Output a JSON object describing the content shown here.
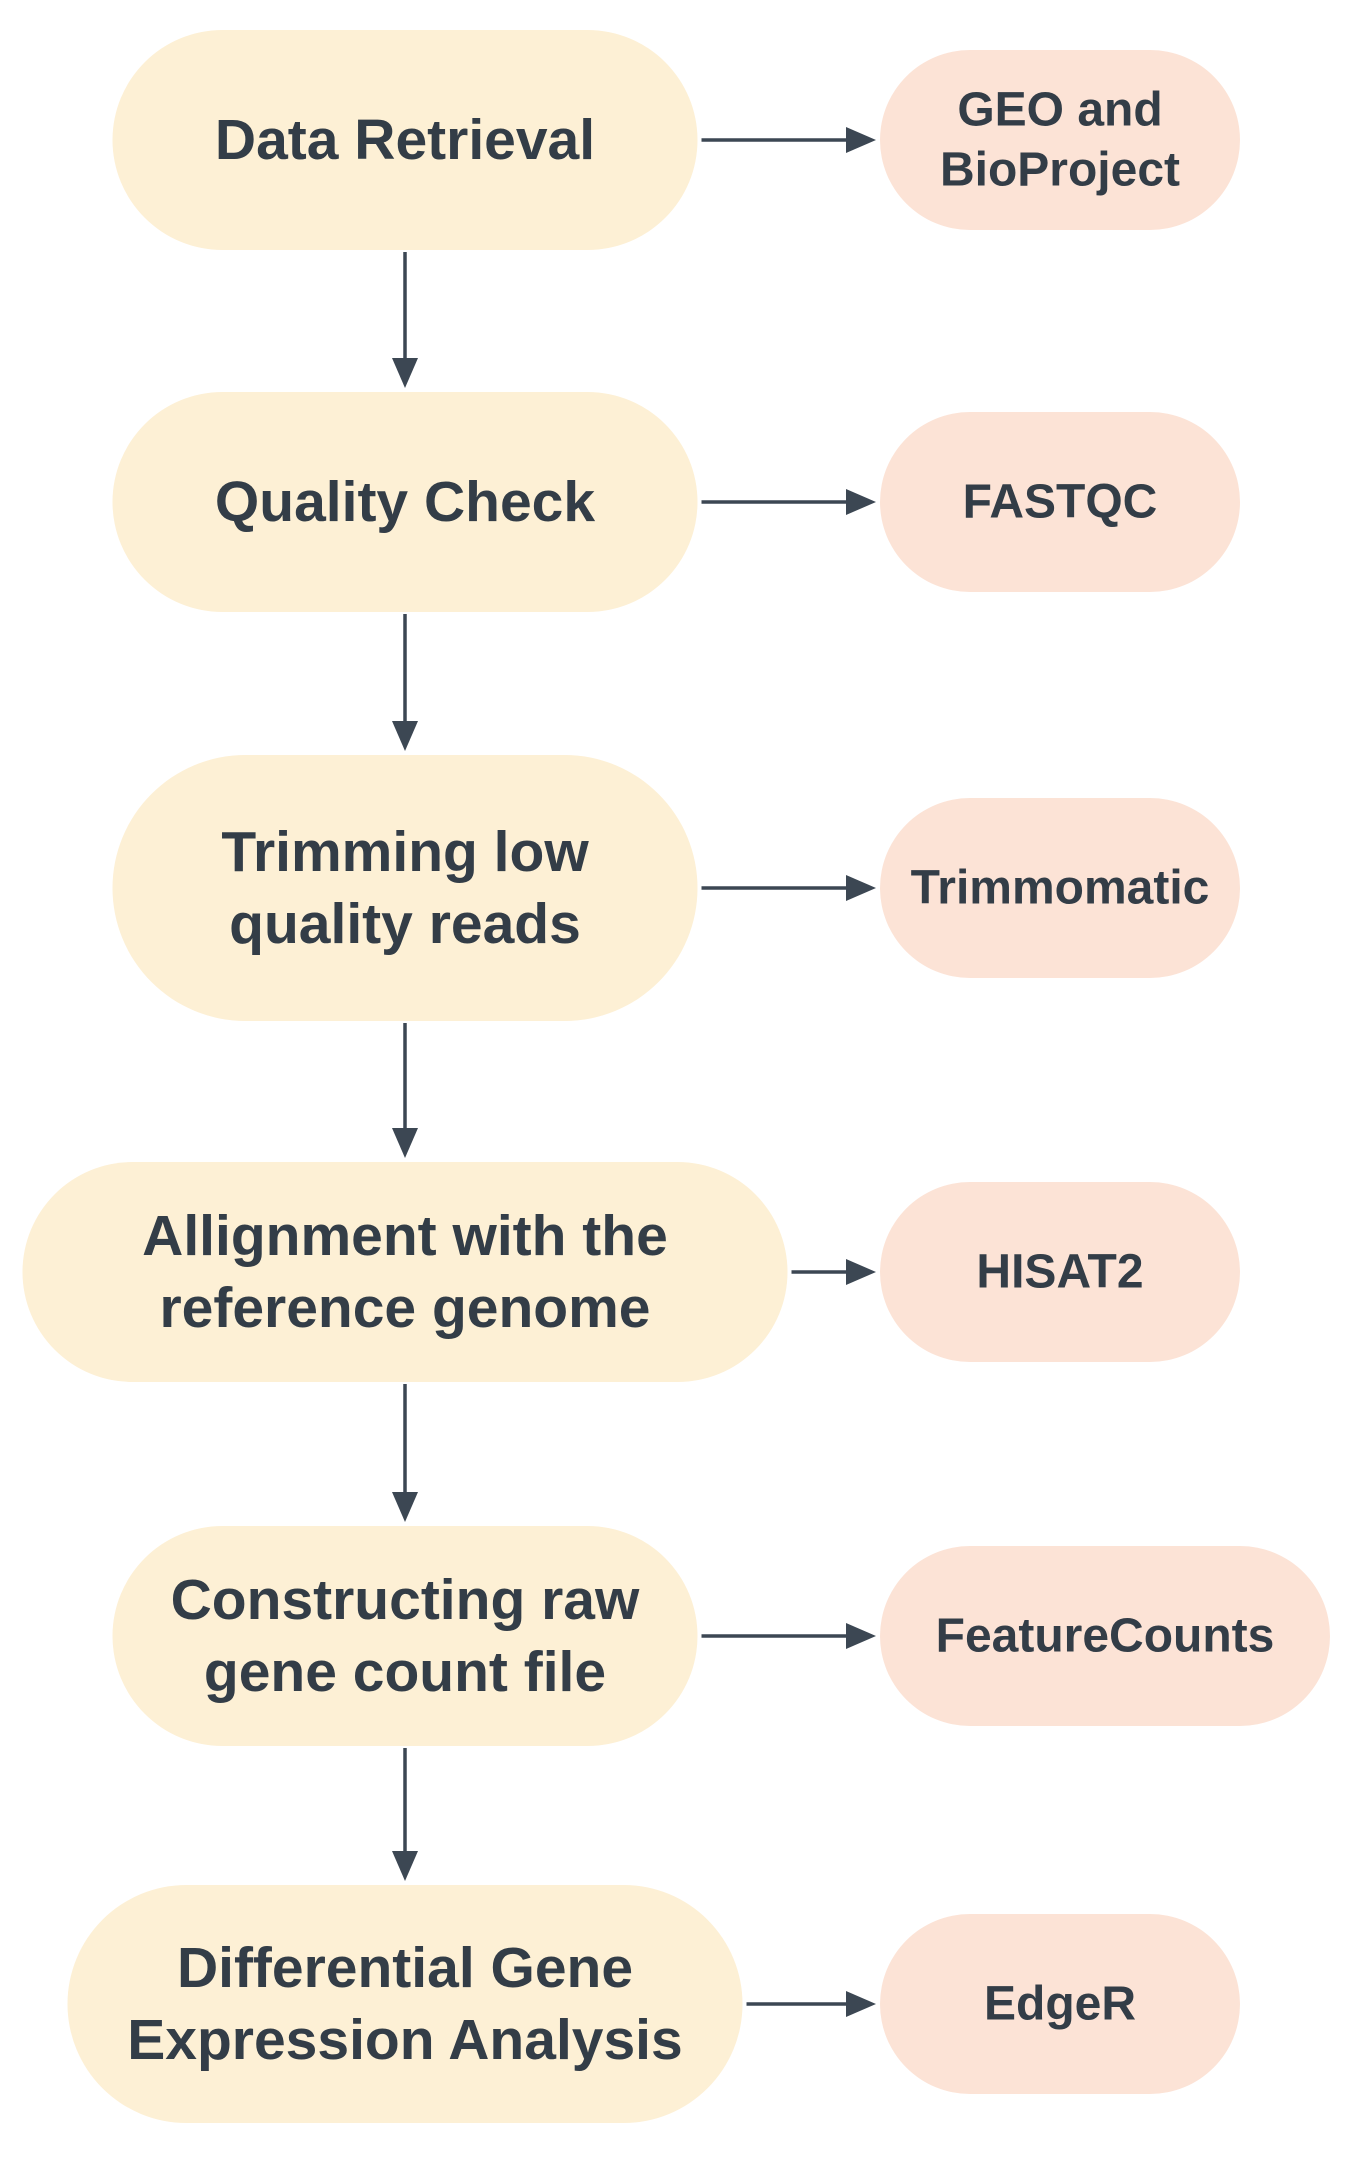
{
  "colors": {
    "step_fill": "#fdf0d5",
    "tool_fill": "#fce3d6",
    "text": "#333d47",
    "arrow": "#3c4753"
  },
  "steps": [
    {
      "lines": [
        "Data Retrieval"
      ],
      "tool_lines": [
        "GEO and",
        "BioProject"
      ]
    },
    {
      "lines": [
        "Quality Check"
      ],
      "tool_lines": [
        "FASTQC"
      ]
    },
    {
      "lines": [
        "Trimming low",
        "quality reads"
      ],
      "tool_lines": [
        "Trimmomatic"
      ]
    },
    {
      "lines": [
        "Allignment with the",
        "reference genome"
      ],
      "tool_lines": [
        "HISAT2"
      ]
    },
    {
      "lines": [
        "Constructing raw",
        "gene count file"
      ],
      "tool_lines": [
        "FeatureCounts"
      ]
    },
    {
      "lines": [
        "Differential Gene",
        "Expression Analysis"
      ],
      "tool_lines": [
        "EdgeR"
      ]
    }
  ]
}
